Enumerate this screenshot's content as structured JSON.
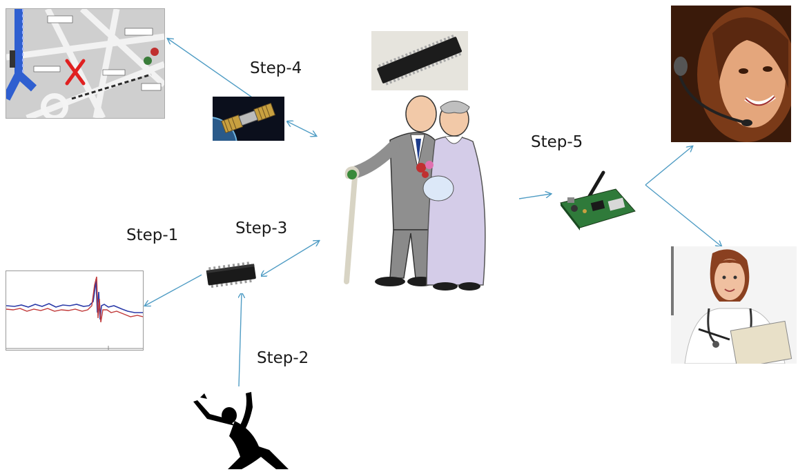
{
  "steps": {
    "step1": "Step-1",
    "step2": "Step-2",
    "step3": "Step-3",
    "step4": "Step-4",
    "step5": "Step-5"
  },
  "images": {
    "map": "map-image",
    "satellite": "satellite-image",
    "microcontroller_chip": "microcontroller-chip-image",
    "elderly_couple": "elderly-couple-image",
    "gsm_module": "gsm-module-image",
    "call_center_operator": "call-center-operator-image",
    "doctor": "doctor-image",
    "sensor_chip": "sensor-chip-image",
    "accelerometer_graph": "accelerometer-graph-image",
    "falling_person": "falling-person-silhouette"
  },
  "colors": {
    "arrow": "#4f9cc4",
    "map_road_blue": "#2f5fd0",
    "cross_red": "#e02020"
  }
}
